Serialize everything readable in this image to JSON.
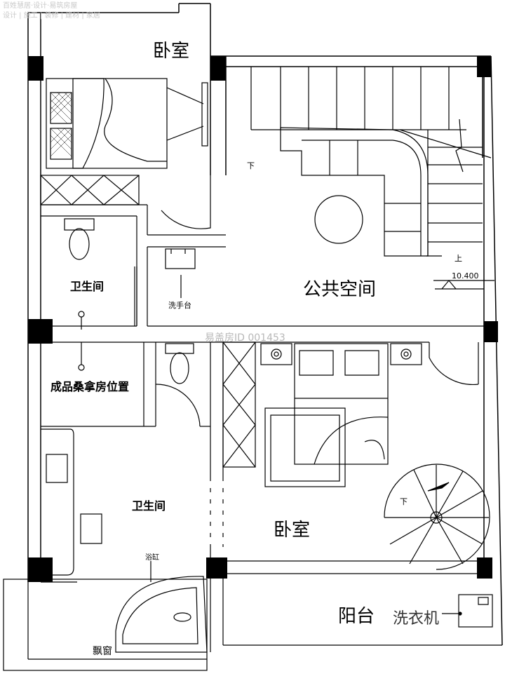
{
  "watermark": {
    "line1": "百姓慧居·设计·易筑房屋",
    "line2": "设计 | 施工 | 装修 | 建材 | 家居",
    "id_text": "易盖房ID 001453"
  },
  "rooms": {
    "bedroom_top": "卧室",
    "public_space": "公共空间",
    "bathroom_top": "卫生间",
    "sink_label": "洗手台",
    "sauna": "成品桑拿房位置",
    "bathroom_bottom": "卫生间",
    "bathtub": "浴缸",
    "bay_window": "飘窗",
    "bedroom_bottom": "卧室",
    "balcony": "阳台",
    "washer": "洗衣机"
  },
  "stairs": {
    "down_1": "下",
    "up": "上",
    "elevation": "10.400",
    "down_2": "下"
  }
}
